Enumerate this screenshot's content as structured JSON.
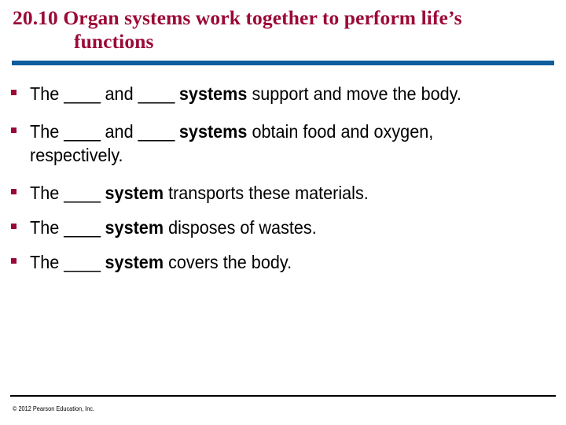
{
  "slide": {
    "title": "20.10 Organ systems work together to perform life’s functions",
    "title_color": "#9B0A37",
    "accent_rule_color": "#0D5C9C",
    "body_text_color": "#000000",
    "background_color": "#FFFFFF",
    "bullet_marker": "square-bullet",
    "bullets": [
      {
        "segments": [
          {
            "text": "The ",
            "bold": false
          },
          {
            "text": "____",
            "bold": false
          },
          {
            "text": " and ",
            "bold": false
          },
          {
            "text": "____",
            "bold": false
          },
          {
            "text": " systems",
            "bold": true
          },
          {
            "text": " support and move the body.",
            "bold": false
          }
        ],
        "plain": "The ____ and ____ systems support and move the body."
      },
      {
        "segments": [
          {
            "text": "The ",
            "bold": false
          },
          {
            "text": "____",
            "bold": false
          },
          {
            "text": " and ",
            "bold": false
          },
          {
            "text": "____",
            "bold": false
          },
          {
            "text": " systems",
            "bold": true
          },
          {
            "text": " obtain food and oxygen, respectively.",
            "bold": false
          }
        ],
        "plain": "The ____ and ____ systems obtain food and oxygen, respectively."
      },
      {
        "segments": [
          {
            "text": "The ",
            "bold": false
          },
          {
            "text": "____",
            "bold": false
          },
          {
            "text": " system",
            "bold": true
          },
          {
            "text": " transports these materials.",
            "bold": false
          }
        ],
        "plain": "The ____ system transports these materials."
      },
      {
        "segments": [
          {
            "text": "The ",
            "bold": false
          },
          {
            "text": "____",
            "bold": false
          },
          {
            "text": " system",
            "bold": true
          },
          {
            "text": " disposes of wastes.",
            "bold": false
          }
        ],
        "plain": "The ____ system disposes of wastes."
      },
      {
        "segments": [
          {
            "text": "The ",
            "bold": false
          },
          {
            "text": "____",
            "bold": false
          },
          {
            "text": " system",
            "bold": true
          },
          {
            "text": " covers the body.",
            "bold": false
          }
        ],
        "plain": "The ____ system covers the body."
      }
    ],
    "footer": {
      "copyright": "© 2012 Pearson Education, Inc."
    }
  }
}
